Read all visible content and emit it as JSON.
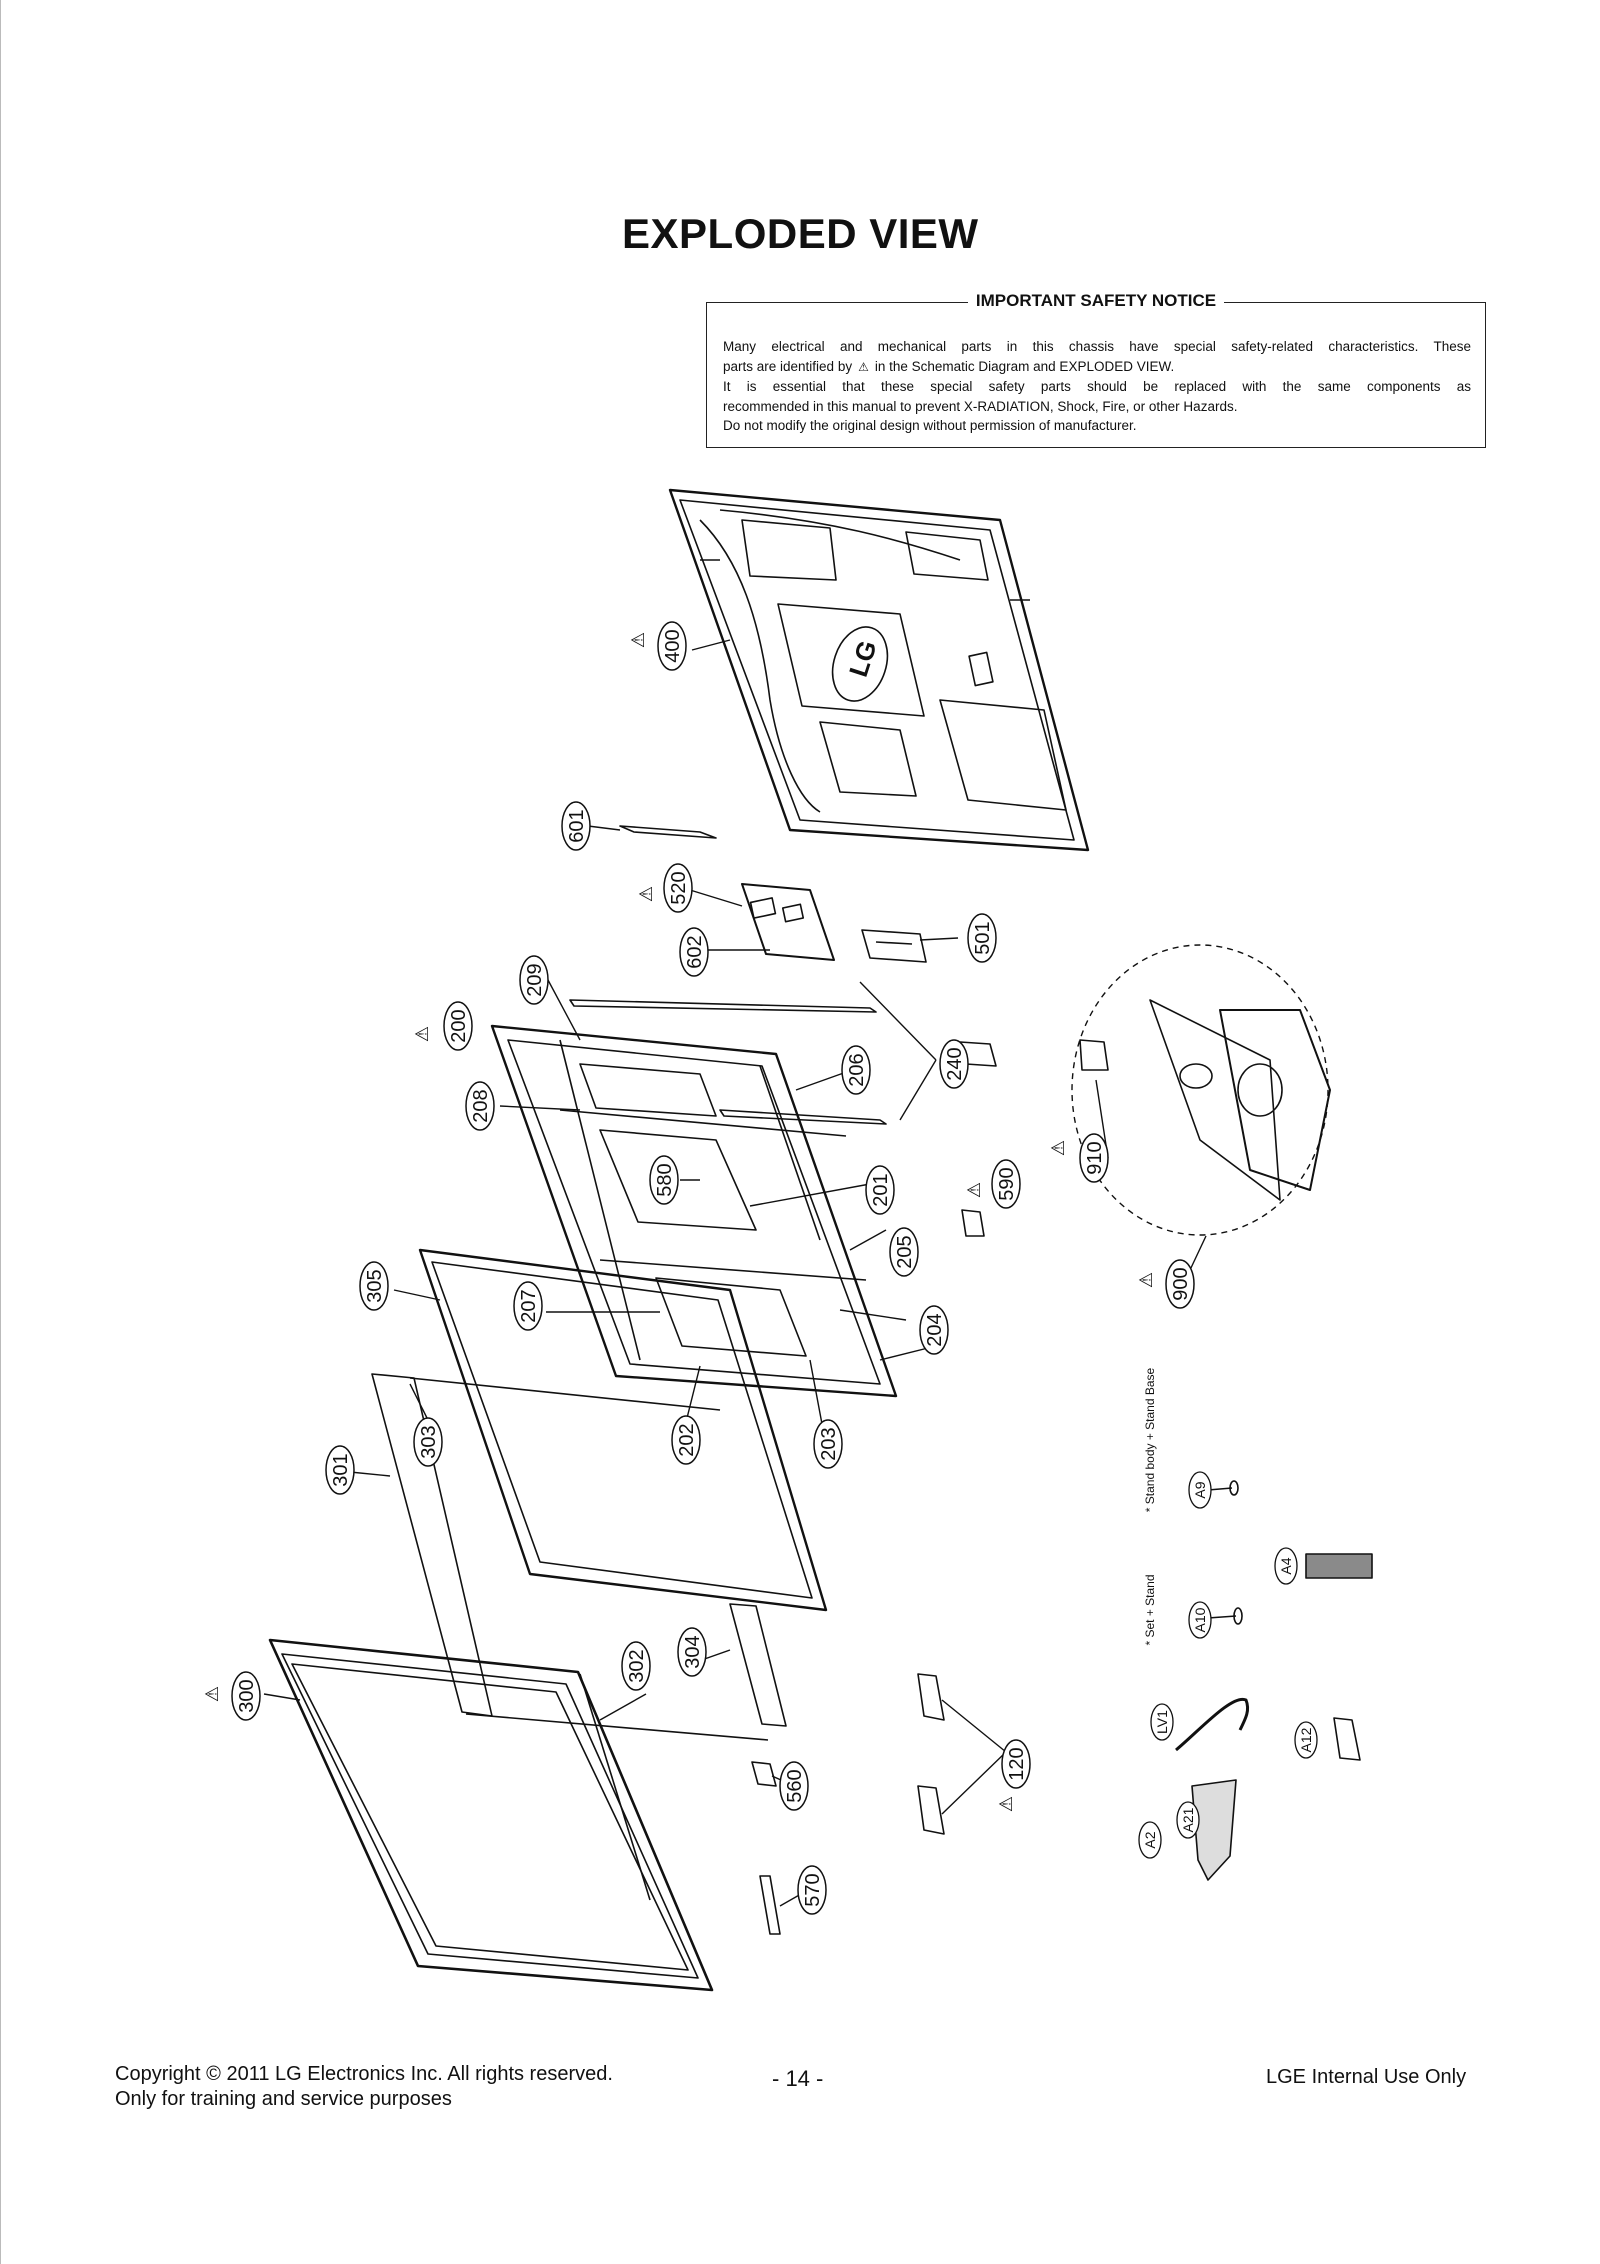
{
  "title": "EXPLODED VIEW",
  "notice": {
    "heading": "IMPORTANT SAFETY NOTICE",
    "line1": "Many electrical and mechanical parts in this chassis have special safety-related characteristics. These",
    "line2a": "parts are identified by",
    "line2b": "in the Schematic Diagram and EXPLODED VIEW.",
    "line3": "It is essential that these special safety parts should be replaced with the same components as",
    "line4": "recommended in this manual to prevent X-RADIATION, Shock, Fire, or other Hazards.",
    "line5": "Do not modify the original design without permission of manufacturer."
  },
  "brand_logo": "LG",
  "callouts": [
    "400",
    "601",
    "520",
    "602",
    "501",
    "209",
    "200",
    "240",
    "206",
    "208",
    "580",
    "201",
    "910",
    "590",
    "205",
    "900",
    "305",
    "207",
    "204",
    "202",
    "203",
    "301",
    "303",
    "302",
    "304",
    "300",
    "120",
    "560",
    "570"
  ],
  "warning_parts": [
    "400",
    "520",
    "200",
    "910",
    "590",
    "900",
    "300",
    "120"
  ],
  "accessories": {
    "a9": "A9",
    "a9_note": "* Stand body + Stand Base",
    "a10": "A10",
    "a10_note": "* Set + Stand",
    "a4": "A4",
    "lv1": "LV1",
    "a12": "A12",
    "a2": "A2",
    "a21": "A21"
  },
  "footer": {
    "copyright": "Copyright © 2011 LG Electronics Inc. All rights reserved.",
    "purpose": "Only for training and service purposes",
    "page": "- 14 -",
    "internal": "LGE Internal Use Only"
  },
  "colors": {
    "ink": "#111111",
    "accessory_fill": "#8a8a8a"
  }
}
